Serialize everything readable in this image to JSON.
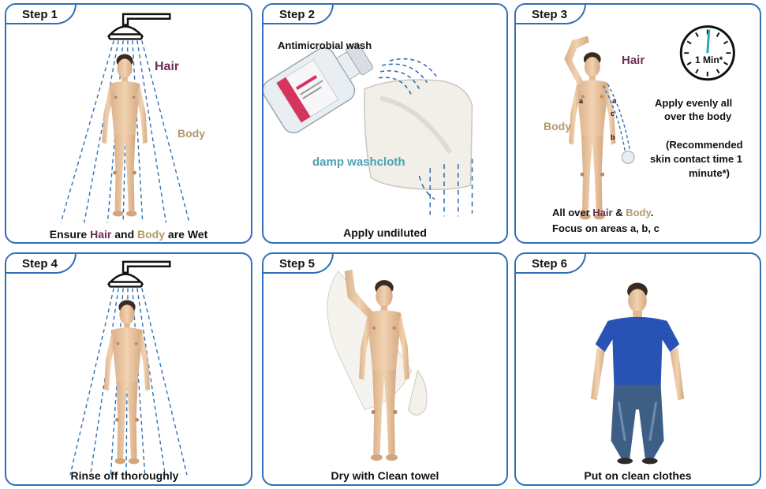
{
  "steps": [
    {
      "label": "Step 1",
      "caption": {
        "pre": "Ensure ",
        "hair": "Hair",
        "mid": " and ",
        "body": "Body",
        "post": " are Wet"
      },
      "hair_label": "Hair",
      "body_label": "Body"
    },
    {
      "label": "Step 2",
      "product": "Antimicrobial wash",
      "cloth": "damp washcloth",
      "caption": "Apply undiluted"
    },
    {
      "label": "Step 3",
      "hair_label": "Hair",
      "body_label": "Body",
      "timer": "1 Min*",
      "instruction_1": "Apply evenly all",
      "instruction_2": "over the body",
      "note_1": "(Recommended",
      "note_2": "skin contact time 1",
      "note_3": "minute*)",
      "caption_line1": {
        "pre": "All over ",
        "hair": "Hair",
        "mid": " & ",
        "body": "Body",
        "post": "."
      },
      "caption_line2": "Focus on areas a, b, c",
      "area_a": "a",
      "area_b": "b",
      "area_c": "c"
    },
    {
      "label": "Step 4",
      "caption": "Rinse off thoroughly"
    },
    {
      "label": "Step 5",
      "caption": "Dry with Clean towel"
    },
    {
      "label": "Step 6",
      "caption": "Put on clean clothes"
    }
  ],
  "colors": {
    "border": "#2e6fb6",
    "hair": "#6b2f5a",
    "body": "#b39a6a",
    "washcloth": "#4aa3b5",
    "shirt": "#2853b5",
    "jeans": "#3d5f86"
  }
}
